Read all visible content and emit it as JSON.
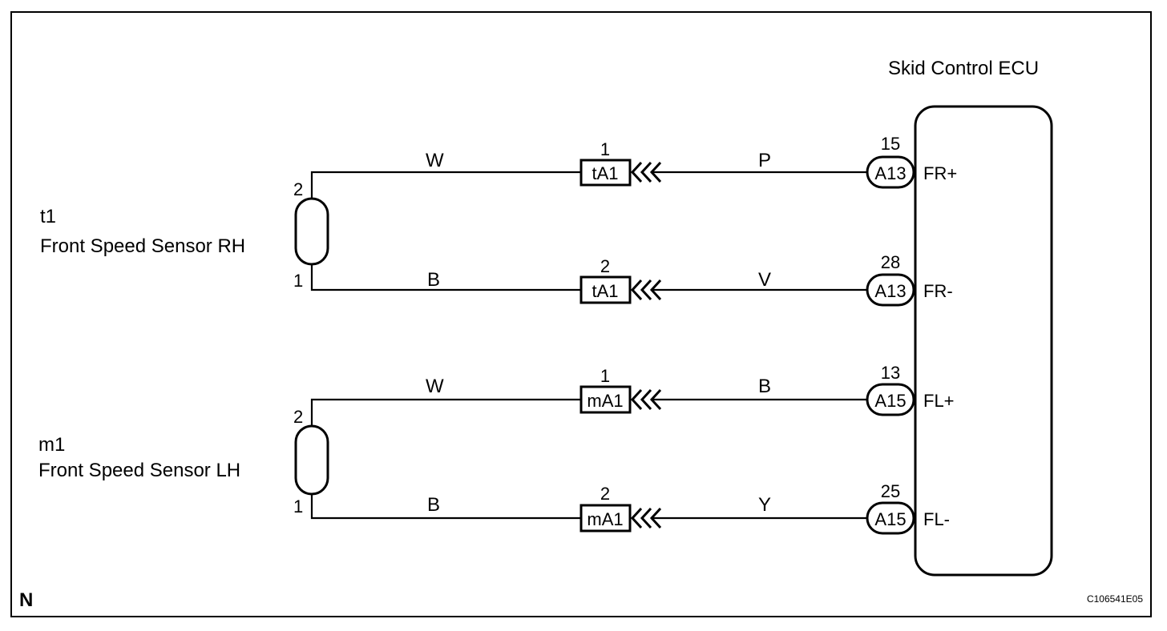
{
  "frame_letter": "N",
  "figure_code": "C106541E05",
  "ecu": {
    "title": "Skid Control ECU",
    "terminals": [
      {
        "pin": "15",
        "connector": "A13",
        "signal": "FR+",
        "wire_color": "P"
      },
      {
        "pin": "28",
        "connector": "A13",
        "signal": "FR-",
        "wire_color": "V"
      },
      {
        "pin": "13",
        "connector": "A15",
        "signal": "FL+",
        "wire_color": "B"
      },
      {
        "pin": "25",
        "connector": "A15",
        "signal": "FL-",
        "wire_color": "Y"
      }
    ]
  },
  "junctions": [
    {
      "connector": "tA1",
      "pin": "1"
    },
    {
      "connector": "tA1",
      "pin": "2"
    },
    {
      "connector": "mA1",
      "pin": "1"
    },
    {
      "connector": "mA1",
      "pin": "2"
    }
  ],
  "sensors": [
    {
      "code": "t1",
      "name": "Front Speed Sensor RH",
      "pin_top": "2",
      "pin_bottom": "1",
      "wire_top": "W",
      "wire_bottom": "B"
    },
    {
      "code": "m1",
      "name": "Front Speed Sensor LH",
      "pin_top": "2",
      "pin_bottom": "1",
      "wire_top": "W",
      "wire_bottom": "B"
    }
  ]
}
